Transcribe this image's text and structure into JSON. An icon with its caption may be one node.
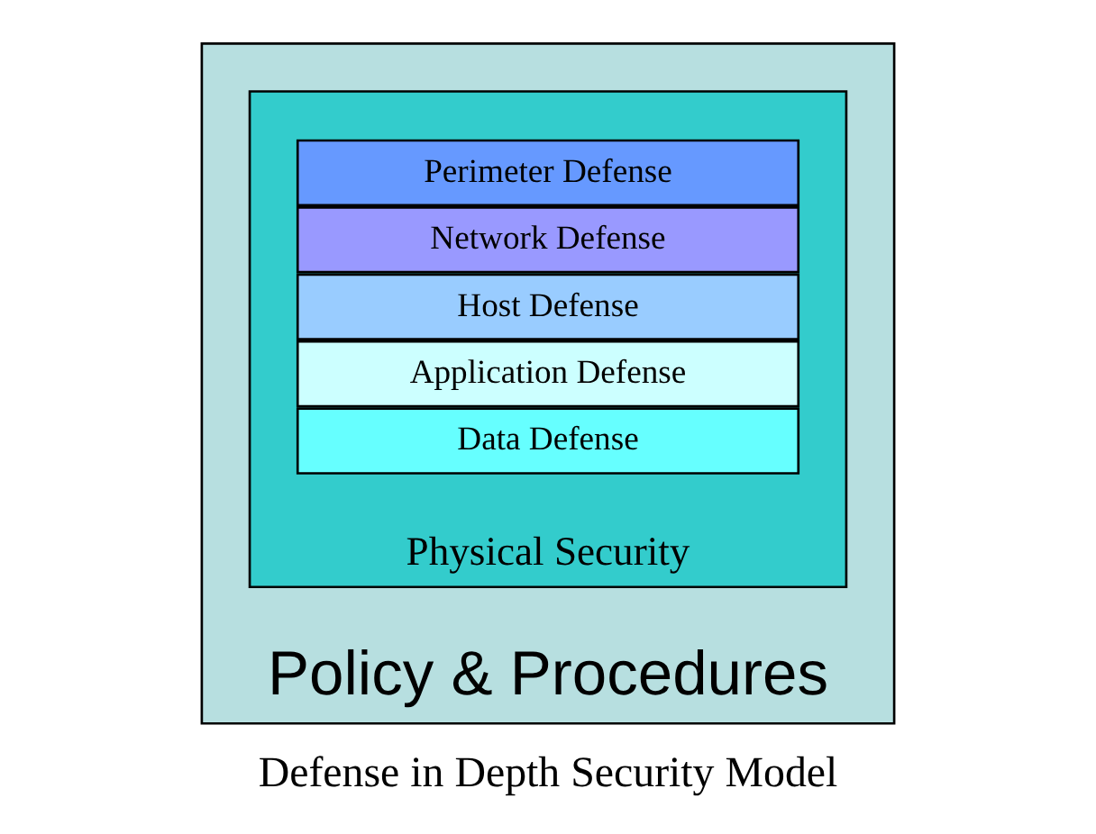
{
  "diagram": {
    "caption": "Defense in Depth Security Model",
    "nodes": [
      {
        "text": [
          "Policy & Procedures"
        ]
      },
      {
        "text": [
          "Physical Security"
        ],
        "in": 0
      },
      {
        "text": [
          "Perimeter Defense"
        ],
        "in": 1
      },
      {
        "text": [
          "Network Defense"
        ],
        "in": 1
      },
      {
        "text": [
          "Host Defense"
        ],
        "in": 1
      },
      {
        "text": [
          "Application Defense"
        ],
        "in": 1
      },
      {
        "text": [
          "Data Defense"
        ],
        "in": 1
      }
    ]
  }
}
